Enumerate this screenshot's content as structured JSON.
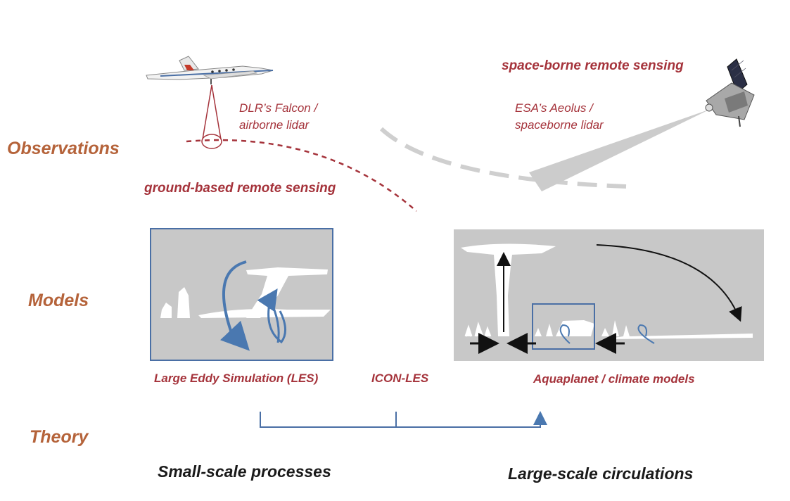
{
  "rows": {
    "observations": "Observations",
    "models": "Models",
    "theory": "Theory"
  },
  "observations": {
    "airborne_note_line1": "DLR’s Falcon /",
    "airborne_note_line2": "airborne lidar",
    "spaceborne_title": "space-borne remote sensing",
    "spaceborne_note_line1": "ESA’s Aeolus /",
    "spaceborne_note_line2": "spaceborne lidar",
    "ground_based": "ground-based remote sensing"
  },
  "models": {
    "les": "Large Eddy Simulation (LES)",
    "icon_les": "ICON-LES",
    "aquaplanet": "Aquaplanet / climate models"
  },
  "scales": {
    "small": "Small-scale processes",
    "large": "Large-scale circulations"
  },
  "colors": {
    "row_label": "#b5633a",
    "red_label": "#a5333b",
    "panel_gray": "#c8c8c8",
    "frame_blue": "#4a6fa5",
    "arrow_blue": "#4a78b0"
  },
  "icons": [
    "airplane-icon",
    "satellite-icon",
    "lidar-cone-icon"
  ]
}
